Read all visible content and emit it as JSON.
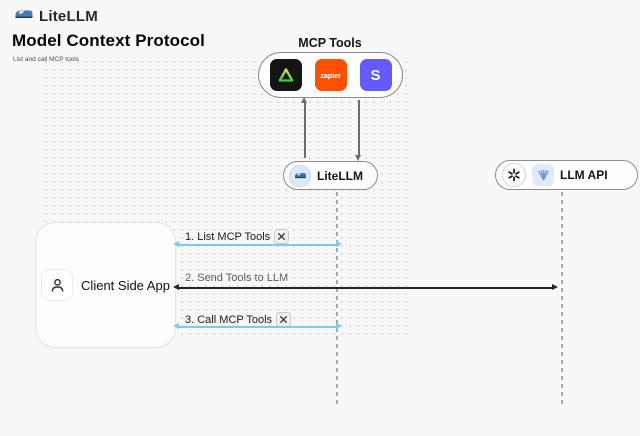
{
  "header": {
    "brand": "LiteLLM",
    "title": "Model Context Protocol",
    "subtitle": "List and call MCP tools"
  },
  "mcp": {
    "label": "MCP Tools",
    "tools": [
      {
        "name": "green-triangle-tool"
      },
      {
        "name": "zapier",
        "text": "zapier"
      },
      {
        "name": "stripe",
        "text": "S"
      }
    ]
  },
  "nodes": {
    "litellm": {
      "label": "LiteLLM"
    },
    "llm_api": {
      "label": "LLM API"
    },
    "client": {
      "label": "Client Side App"
    }
  },
  "sequence": [
    {
      "label": "1. List MCP Tools",
      "tool_icon": true,
      "color": "#85c6ec"
    },
    {
      "label": "2. Send Tools to LLM",
      "tool_icon": false,
      "color": "#242424"
    },
    {
      "label": "3. Call MCP Tools",
      "tool_icon": true,
      "color": "#85c6ec"
    }
  ],
  "colors": {
    "background": "#f8f8f8",
    "blue_arrow": "#85c6ec",
    "black_arrow": "#242424",
    "zapier_orange": "#ff4f00",
    "stripe_purple": "#635bff",
    "tool_black": "#141414",
    "triangle_green": "#3ed04a"
  }
}
